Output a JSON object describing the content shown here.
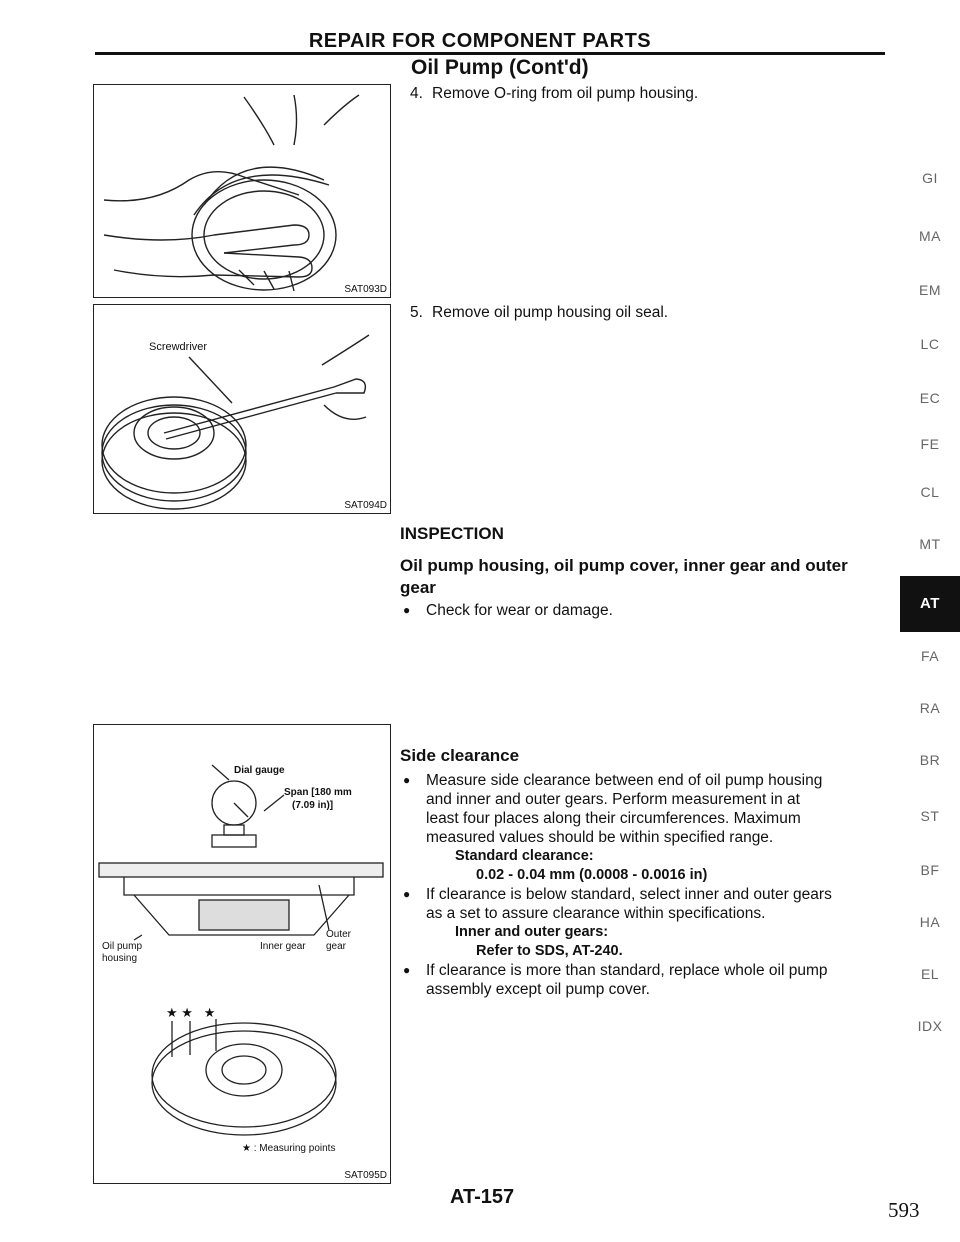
{
  "header": {
    "title": "REPAIR FOR COMPONENT PARTS",
    "section": "Oil Pump (Cont'd)"
  },
  "figures": {
    "fig1": {
      "id": "SAT093D"
    },
    "fig2": {
      "id": "SAT094D",
      "label_screwdriver": "Screwdriver"
    },
    "fig3": {
      "id": "SAT095D",
      "label_dial": "Dial gauge",
      "label_span1": "Span [180 mm",
      "label_span2": "(7.09 in)]",
      "label_outer1": "Outer",
      "label_outer2": "gear",
      "label_inner": "Inner gear",
      "label_pump1": "Oil pump",
      "label_pump2": "housing",
      "stars": "★ ★   ★",
      "label_measuring": "★ : Measuring points"
    }
  },
  "steps": [
    {
      "num": "4.",
      "text": "Remove O-ring from oil pump housing."
    },
    {
      "num": "5.",
      "text": "Remove oil pump housing oil seal."
    }
  ],
  "inspection": {
    "heading": "INSPECTION",
    "subheading_line1": "Oil pump housing, oil pump cover, inner gear and outer",
    "subheading_line2": "gear",
    "bullet1": "Check for wear or damage."
  },
  "side_clearance": {
    "heading": "Side clearance",
    "b1_l1": "Measure side clearance between end of oil pump housing",
    "b1_l2": "and inner and outer gears. Perform measurement in at",
    "b1_l3": "least four places along their circumferences. Maximum",
    "b1_l4": "measured values should be within specified range.",
    "std_label": "Standard clearance:",
    "std_value": "0.02 - 0.04 mm (0.0008 - 0.0016 in)",
    "b2_l1": "If clearance is below standard, select inner and outer gears",
    "b2_l2": "as a set to assure clearance within specifications.",
    "gears_label": "Inner and outer gears:",
    "gears_value": "Refer to SDS, AT-240.",
    "b3_l1": "If clearance is more than standard, replace whole oil pump",
    "b3_l2": "assembly except oil pump cover.",
    "bullet_symbol": "●"
  },
  "side_tabs": [
    "GI",
    "MA",
    "EM",
    "LC",
    "EC",
    "FE",
    "CL",
    "MT",
    "AT",
    "FA",
    "RA",
    "BR",
    "ST",
    "BF",
    "HA",
    "EL",
    "IDX"
  ],
  "active_tab": "AT",
  "footer": {
    "page_code": "AT-157",
    "page_number": "593"
  }
}
